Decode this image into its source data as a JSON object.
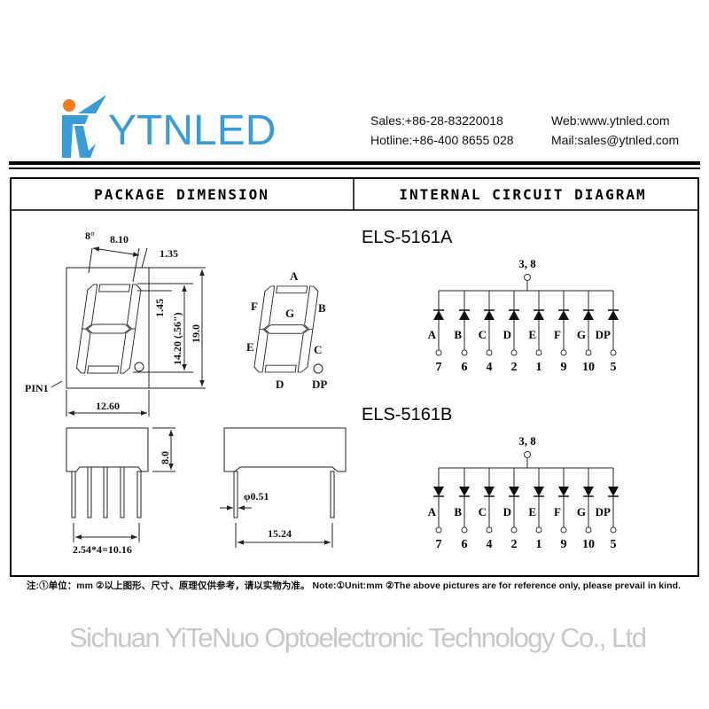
{
  "brand": {
    "logo_text": "YTNLED",
    "color": "#3a9bd5",
    "accent": "#f07c1e"
  },
  "contact": {
    "sales": "Sales:+86-28-83220018",
    "web": "Web:www.ytnled.com",
    "hotline": "Hotline:+86-400 8655 028",
    "mail": "Mail:sales@ytnled.com"
  },
  "sections": {
    "package": "PACKAGE DIMENSION",
    "circuit": "INTERNAL CIRCUIT DIAGRAM"
  },
  "dimensions": {
    "angle": "8°",
    "digit_width": "8.10",
    "segment_width": "1.35",
    "segment_thickness": "1.45",
    "digit_height": "14.20 (.56\")",
    "body_height": "19.0",
    "body_width": "12.60",
    "pin1": "PIN1",
    "depth": "8.0",
    "pin_pitch": "2.54*4=10.16",
    "pin_diameter": "φ0.51",
    "row_spacing": "15.24"
  },
  "segment_labels": {
    "a": "A",
    "b": "B",
    "c": "C",
    "d": "D",
    "e": "E",
    "f": "F",
    "g": "G",
    "dp": "DP"
  },
  "circuits": [
    {
      "model": "ELS-5161A",
      "common_pins": "3, 8",
      "diode_direction": "up",
      "segments": [
        "A",
        "B",
        "C",
        "D",
        "E",
        "F",
        "G",
        "DP"
      ],
      "pins": [
        "7",
        "6",
        "4",
        "2",
        "1",
        "9",
        "10",
        "5"
      ]
    },
    {
      "model": "ELS-5161B",
      "common_pins": "3, 8",
      "diode_direction": "down",
      "segments": [
        "A",
        "B",
        "C",
        "D",
        "E",
        "F",
        "G",
        "DP"
      ],
      "pins": [
        "7",
        "6",
        "4",
        "2",
        "1",
        "9",
        "10",
        "5"
      ]
    }
  ],
  "watermark": "Sichuan YiTeNuo Optoelectronic Technology Co., Ltd",
  "footer_note": "注:①单位：mm ②以上图形、尺寸、原理仅供参考，请以实物为准。 Note:①Unit:mm ②The above pictures are for reference only, please prevail in kind."
}
